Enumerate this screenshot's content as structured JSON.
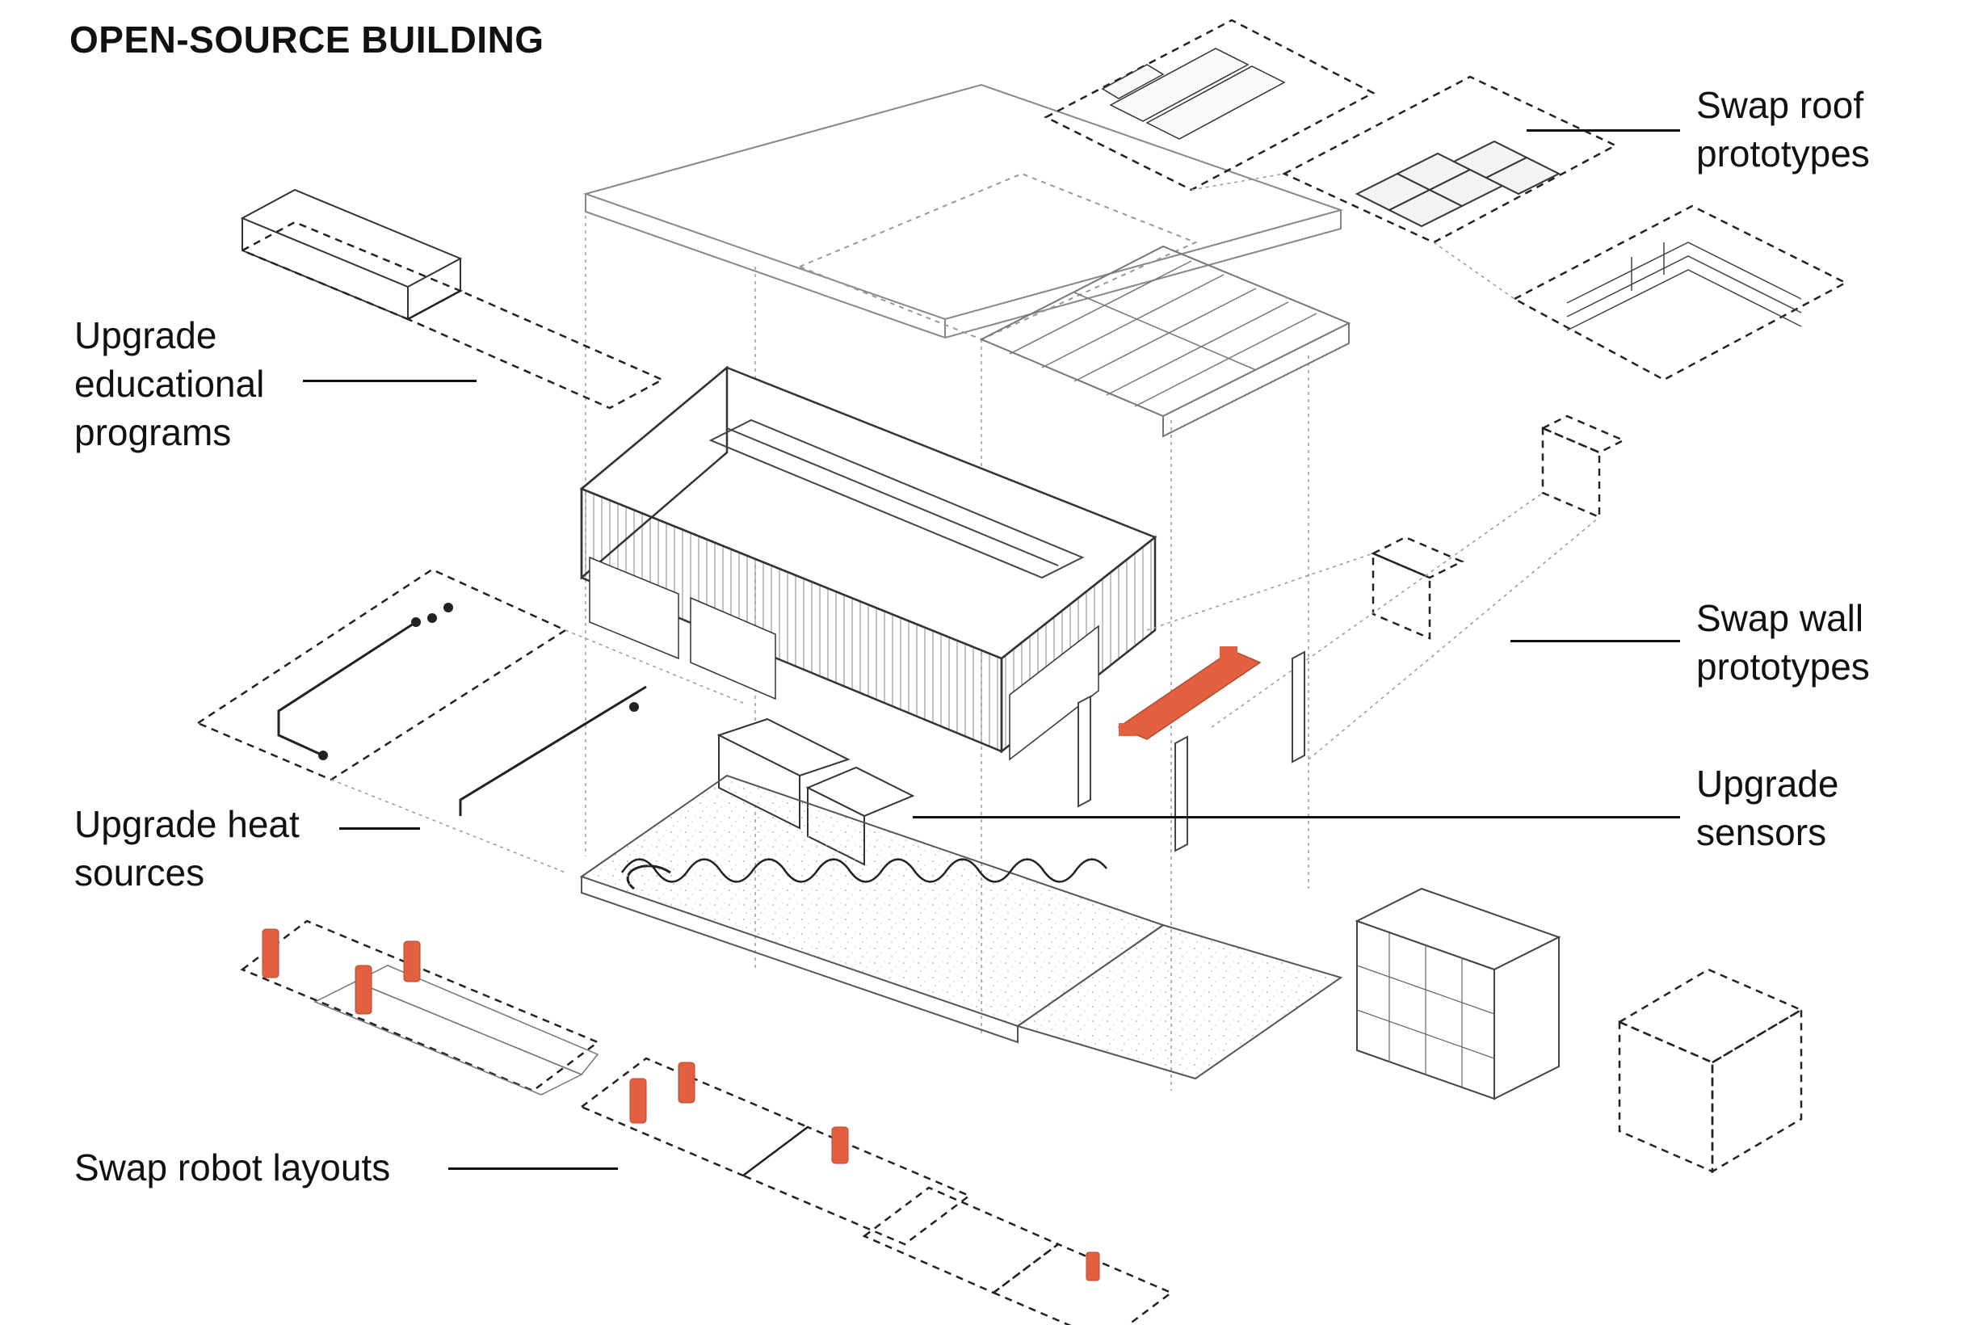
{
  "title": "OPEN-SOURCE BUILDING",
  "labels": {
    "roof": "Swap roof\nprototypes",
    "education": "Upgrade\neducational\nprograms",
    "wall": "Swap wall\nprototypes",
    "sensors": "Upgrade\nsensors",
    "heat": "Upgrade heat\nsources",
    "robots": "Swap robot layouts"
  },
  "colors": {
    "line": "#333333",
    "light_line": "#9a9a9a",
    "accent": "#e2603f",
    "ground": "#f2f2f2"
  }
}
